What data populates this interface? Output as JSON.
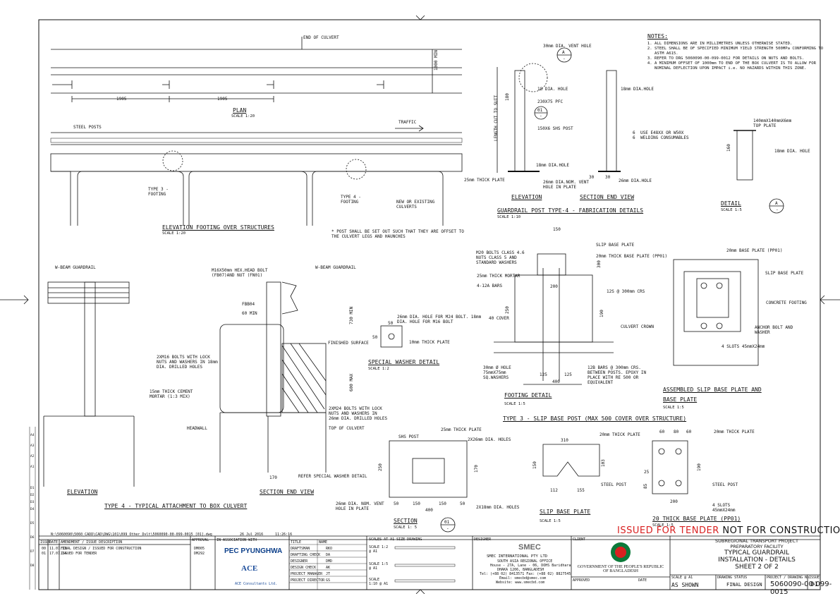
{
  "notes": {
    "heading": "NOTES:",
    "items": [
      "ALL DIMENSIONS ARE IN MILLIMETRES UNLESS OTHERWISE STATED.",
      "STEEL SHALL BE OF SPECIFIED MINIMUM YIELD STRENGTH 500MPa CONFORMING TO ASTM A615.",
      "REFER TO DRG 5060090-00-099-0012 FOR DETAILS ON NUTS AND BOLTS.",
      "A MINIMUM OFFSET OF 1000mm TO END OF THE BOX CULVERT IS TO ALLOW FOR NOMINAL DEFLECTION UPON IMPACT i.e. NO HAZARDS WITHIN THIS ZONE."
    ]
  },
  "plan": {
    "title": "PLAN",
    "scale": "SCALE 1:20",
    "end_label": "END OF CULVERT",
    "dim1": "1905",
    "dim2": "1905",
    "dim_h": "1000 MIN"
  },
  "elevation_footing": {
    "title": "ELEVATION FOOTING OVER STRUCTURES",
    "scale": "SCALE 1:20",
    "steel_posts": "STEEL POSTS",
    "traffic": "TRAFFIC",
    "type3": "TYPE 3 - FOOTING",
    "type4": "TYPE 4 - FOOTING",
    "culverts": "NEW OR EXISTING CULVERTS",
    "post_note": "* POST SHALL BE SET OUT SUCH THAT THEY ARE OFFSET TO THE CULVERT LEGS AND HAUNCHES"
  },
  "post_type4": {
    "title": "GUARDRAIL POST TYPE-4 - FABRICATION DETAILS",
    "scale": "SCALE 1:10",
    "elevation": "ELEVATION",
    "section_end": "SECTION END VIEW",
    "vent_hole": "30mm DIA. VENT HOLE",
    "hole18": "18 DIA. HOLE",
    "pfc": "230X75 PFC",
    "shs": "150X6 SHS POST",
    "length": "LENGTH CUT TO SUIT",
    "dia_hole": "18mm DIA.HOLE",
    "base_plate": "25mm THICK PLATE",
    "vent_in_plate": "26mm DIA.NOM. VENT HOLE IN PLATE",
    "welding": "USE E48XX OR W50X WELDING CONSUMABLES",
    "hole26": "26mm DIA.HOLE",
    "d180": "180",
    "d30a": "30",
    "d30b": "30",
    "d6a": "6",
    "d6b": "6"
  },
  "detail_a": {
    "title": "DETAIL",
    "scale": "SCALE 1:5",
    "letter": "A",
    "dash": "-",
    "top_plate": "140mmX140mmX6mm TOP PLATE",
    "hole": "18mm DIA. HOLE",
    "dim": "160"
  },
  "callouts": {
    "a_letter": "A",
    "a_dash": "-",
    "s01": "01",
    "s01_dash": "-"
  },
  "footing_detail": {
    "title": "FOOTING DETAIL",
    "scale": "SCALE 1:5",
    "bolts": "M20 BOLTS CLASS 4.6 NUTS CLASS 5 AND STANDARD WASHERS",
    "mortar": "25mm THICK MORTAR",
    "bars": "4-12A BARS",
    "cover": "40 COVER",
    "slip": "SLIP BASE PLATE",
    "base20": "20mm THICK BASE PLATE (PP01)",
    "crs": "12S @ 300mm CRS",
    "crown": "CULVERT CROWN",
    "hole30": "30mm Ø HOLE 75mmX75mm SQ.WASHERS",
    "bars12b": "12B BARS @ 300mm CRS. BETWEEN POSTS. EPOXY IN PLACE WITH RE 500 OR EQUIVALENT",
    "d150": "150",
    "d200": "200",
    "d250": "250",
    "d300": "300",
    "d190": "190",
    "d125a": "125",
    "d125b": "125",
    "d400": "400"
  },
  "type3_title": "TYPE 3 - SLIP BASE POST (MAX 500 COVER OVER STRUCTURE)",
  "assembled": {
    "title1": "ASSEMBLED SLIP BASE PLATE AND",
    "title2": "BASE PLATE",
    "scale": "SCALE 1:5",
    "base": "20mm BASE PLATE (PP01)",
    "slip": "SLIP BASE PLATE",
    "concrete": "CONCRETE FOOTING",
    "anchor": "ANCHOR BOLT AND WASHER",
    "slots": "4 SLOTS 45mmX24mm"
  },
  "type4_attach": {
    "title": "TYPE 4 - TYPICAL ATTACHMENT TO BOX CULVERT",
    "elevation": "ELEVATION",
    "section_end": "SECTION END VIEW",
    "w_beam1": "W-BEAM GUARDRAIL",
    "w_beam2": "W-BEAM GUARDRAIL",
    "hex_bolt": "M16X50mm HEX.HEAD BOLT (FB07)AND NUT (FN01)",
    "fbb": "FBB04",
    "min60": "60 MIN",
    "min730": "730 MIN",
    "finished": "FINISHED SURFACE",
    "m16": "2XM16 BOLTS WITH LOCK NUTS AND WASHERS IN 18mm DIA. DRILLED HOLES",
    "mortar": "15mm THICK CEMENT MORTAR (1:3 MIX)",
    "m24": "2XM24 BOLTS WITH LOCK NUTS AND WASHERS IN 26mm DIA. DRILLED HOLES",
    "max600": "600 MAX",
    "headwall": "HEADWALL",
    "top": "TOP OF CULVERT",
    "washer_ref": "REFER SPECIAL WASHER DETAIL",
    "d170": "170"
  },
  "washer": {
    "title": "SPECIAL WASHER DETAIL",
    "scale": "SCALE 1:2",
    "holes": "26mm DIA. HOLE FOR M24 BOLT. 18mm DIA. HOLE FOR M16 BOLT",
    "plate": "10mm THICK PLATE",
    "d50a": "50",
    "d50b": "50"
  },
  "section01": {
    "title": "SECTION",
    "scale": "SCALE 1: 5",
    "num": "01",
    "dash": "-",
    "shs": "SHS POST",
    "plate": "25mm THICK PLATE",
    "holes26": "2X26mm DIA. HOLES",
    "holes18": "2X18mm DIA. HOLES",
    "vent": "26mm DIA. NOM. VENT HOLE IN PLATE",
    "d250": "250",
    "d170": "170",
    "d50a": "50",
    "d150a": "150",
    "d150b": "150",
    "d50b": "50",
    "d400": "400"
  },
  "slip_base": {
    "title": "SLIP BASE PLATE",
    "scale": "SCALE 1:5",
    "thick": "20mm THICK PLATE",
    "post": "STEEL POST",
    "d310": "310",
    "d150": "150",
    "d103": "103",
    "d112": "112",
    "d155": "155"
  },
  "plate20": {
    "title": "20 THICK BASE PLATE (PP01)",
    "scale": "SCALE 1:5",
    "thick": "20mm THICK PLATE",
    "post": "STEEL POST",
    "slots": "4 SLOTS 45mmX24mm",
    "d60a": "60",
    "d80": "80",
    "d60b": "60",
    "d190": "190",
    "d25": "25",
    "d85": "85",
    "d200": "200"
  },
  "stamp": {
    "issued": "ISSUED FOR TENDER",
    "not": "NOT FOR CONSTRUCTION"
  },
  "titleblock": {
    "filepath": "N:\\5060090\\5060_CADD\\CAD\\DWG\\101\\099_Other_Dvlt\\5060090-00-099-0015_[01].dwg",
    "date_print": "26 Jul 2016",
    "time_print": "11:26:16",
    "approval_hd": "APPROVAL",
    "assoc_hd": "IN ASSOCIATION WITH",
    "hdr_issue": "ISSUE",
    "hdr_date": "DATE",
    "hdr_amend": "AMENDMENT / ISSUE DESCRIPTION",
    "rev": [
      {
        "issue": "00",
        "date": "11.07.13",
        "desc": "FINAL DESIGN / ISSUED FOR CONSTRUCTION",
        "appr": "DM005"
      },
      {
        "issue": "01",
        "date": "17.07.14",
        "desc": "ISSUED FOR TENDER",
        "appr": "DM292"
      }
    ],
    "roles": [
      {
        "role": "TITLE",
        "name": "NAME"
      },
      {
        "role": "DRAFTSMAN",
        "name": "RKO"
      },
      {
        "role": "DRAFTING CHECK",
        "name": "DA"
      },
      {
        "role": "DESIGNER",
        "name": "DMD"
      },
      {
        "role": "DESIGN CHECK",
        "name": "AK"
      },
      {
        "role": "PROJECT MANAGER",
        "name": "JT"
      },
      {
        "role": "PROJECT DIRECTOR",
        "name": "GS"
      }
    ],
    "scales_hd": "SCALES AT A1 SIZE DRAWING",
    "scale12": "SCALE 1:2 @ A1",
    "scale15": "SCALE 1:5 @ A1",
    "scale110": "SCALE 1:10 @ A1",
    "pec": "PEC PYUNGHWA",
    "ace": "ACE",
    "ace_sub": "ACE Consultants Ltd.",
    "designer_hd": "DESIGNER",
    "smec": "SMEC",
    "smec_name": "SMEC INTERNATIONAL PTY LTD",
    "smec_office": "SOUTH ASIA REGIONAL OFFICE",
    "smec_addr": "House - 27A, Lane - 06, DOHS Baridhara",
    "smec_city": "DHAKA 1206, BANGLADESH",
    "smec_tel": "Tel: (+88 02) 8413571  Fax: (+88 02) 8827545",
    "smec_email": "Email: smecbd@smec.com",
    "smec_web": "Website: www.smecbd.com",
    "client_hd": "CLIENT",
    "client": "GOVERNMENT OF THE PEOPLE'S REPUBLIC OF BANGLADESH",
    "approved": "APPROVED",
    "date_hd": "DATE",
    "project1": "SUBREGIONAL TRANSPORT PROJECT",
    "project2": "PREPARATORY FACILITY",
    "title1": "TYPICAL GUARDRAIL",
    "title2": "INSTALLATION - DETAILS",
    "sheet": "SHEET 2 OF 2",
    "scale_hd": "SCALE @ A1",
    "scale_val": "AS SHOWN",
    "status_hd": "DRAWING STATUS",
    "status": "FINAL DESIGN",
    "drawno_hd": "PROJECT / DRAWING No.",
    "drawno": "5060090-00-099-0015",
    "issue_hd": "ISSUE",
    "issue": "01"
  },
  "margin": [
    "A4",
    "A3",
    "A2",
    "A1",
    "D1",
    "D2",
    "D3",
    "D4",
    "D5",
    "D6",
    "D7",
    "D8"
  ]
}
